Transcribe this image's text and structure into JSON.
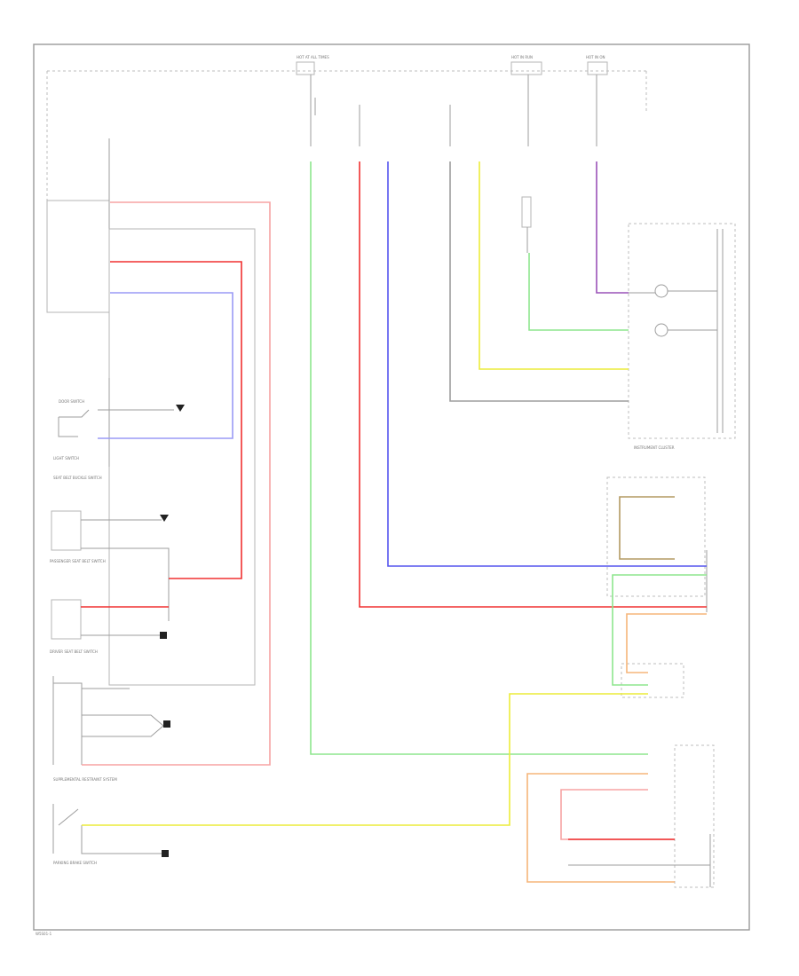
{
  "diagram": {
    "footer_id": "W5S01-1",
    "fuse_labels": [
      "HOT AT ALL TIMES",
      "HOT IN RUN",
      "HOT IN ON"
    ],
    "component_labels": [
      "INSTRUMENT CLUSTER",
      "LIGHT SWITCH",
      "SEAT BELT BUCKLE SWITCH",
      "PASSENGER SEAT BELT SWITCH",
      "DRIVER SEAT BELT SWITCH",
      "SUPPLEMENTAL RESTRAINT SYSTEM",
      "PARKING BRAKE SWITCH",
      "DOOR SWITCH"
    ],
    "wire_colors": {
      "red": "#f03030",
      "pink": "#f7a3a3",
      "blue": "#5555ee",
      "light_blue": "#9a9af5",
      "green": "#8ee68e",
      "yellow": "#ecec3a",
      "purple": "#9a52b8",
      "orange": "#f5b57a",
      "brown": "#b49a62",
      "gray": "#9d9d9d"
    }
  }
}
